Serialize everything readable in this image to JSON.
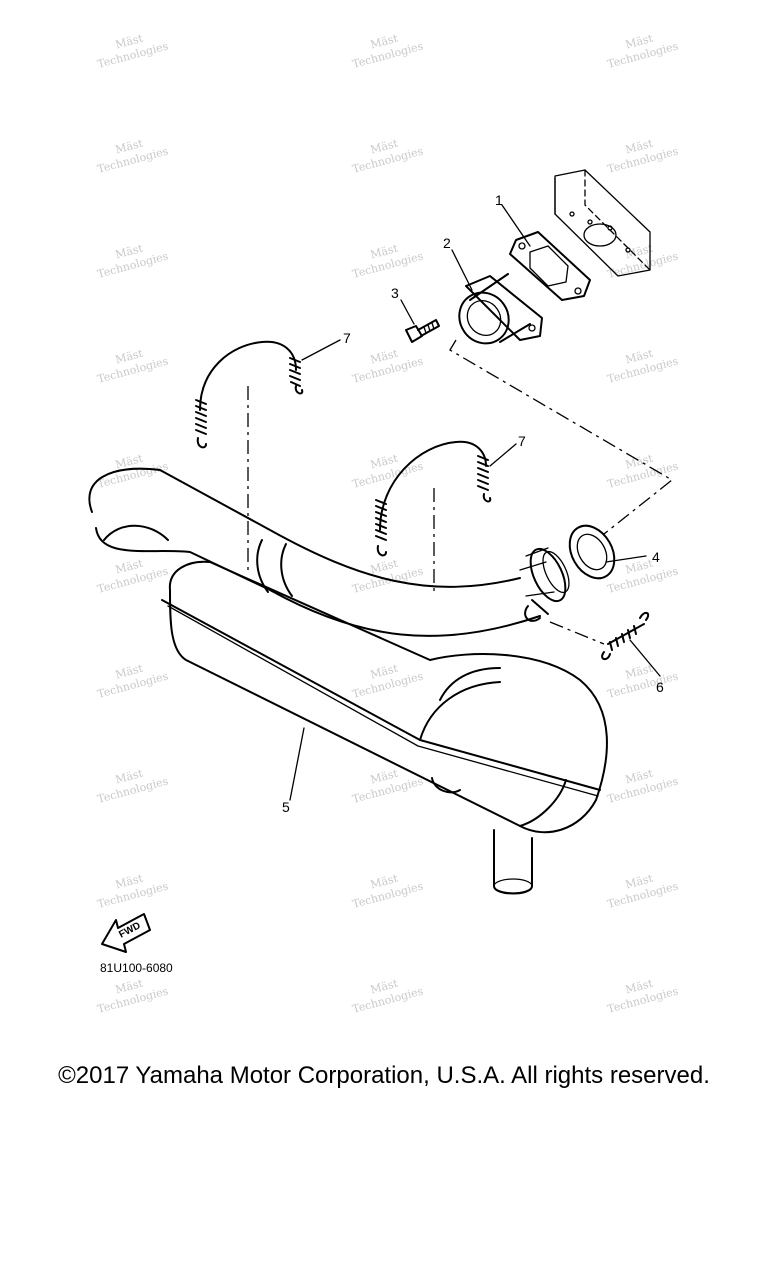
{
  "diagram": {
    "callouts": [
      "1",
      "2",
      "3",
      "4",
      "5",
      "6",
      "7",
      "7"
    ],
    "fwd_label": "FWD",
    "figure_code": "81U100-6080",
    "watermark_line1": "Mäst",
    "watermark_line2": "Technologies"
  },
  "footer": {
    "copyright": "©2017 Yamaha Motor Corporation, U.S.A. All rights reserved."
  }
}
